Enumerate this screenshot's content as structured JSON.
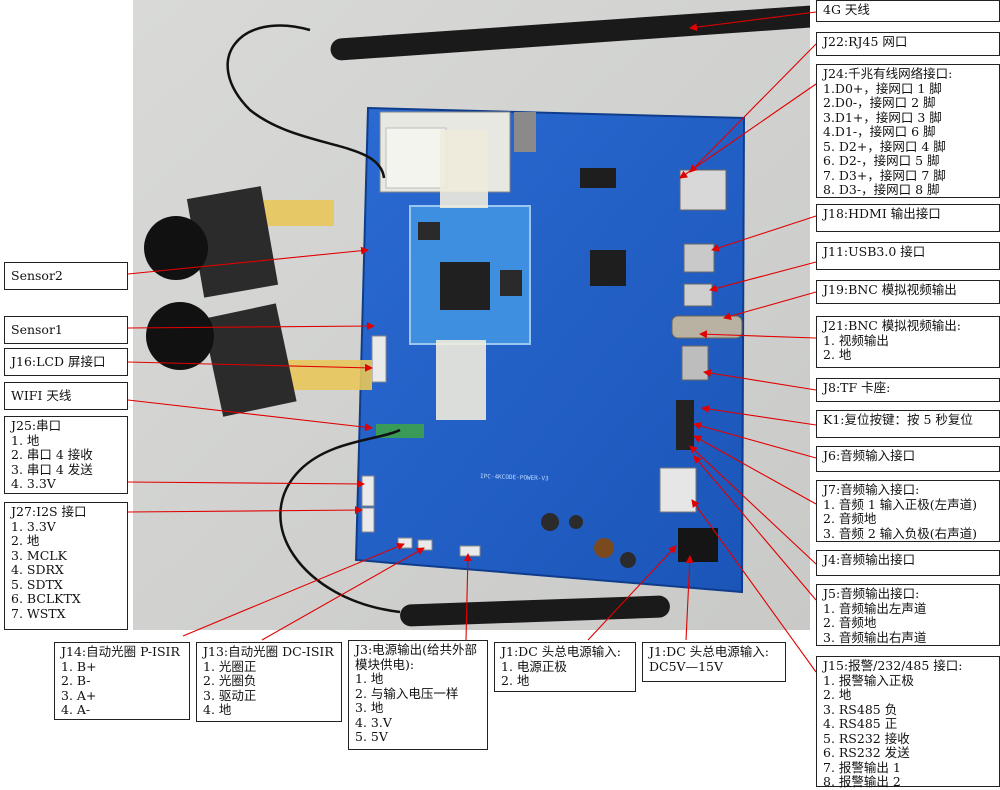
{
  "labels": {
    "4g": {
      "title": "4G 天线",
      "lines": []
    },
    "j22": {
      "title": "J22:RJ45 网口",
      "lines": []
    },
    "j24": {
      "title": "J24:千兆有线网络接口:",
      "lines": [
        "1.D0+，接网口 1 脚",
        "2.D0-，接网口 2 脚",
        "3.D1+，接网口 3 脚",
        "4.D1-，接网口 6 脚",
        "5. D2+，接网口 4 脚",
        "6. D2-，接网口 5 脚",
        "7. D3+，接网口 7 脚",
        "8. D3-，接网口 8 脚"
      ]
    },
    "j18": {
      "title": "J18:HDMI 输出接口",
      "lines": []
    },
    "j11": {
      "title": "J11:USB3.0 接口",
      "lines": []
    },
    "j19": {
      "title": "J19:BNC 模拟视频输出",
      "lines": []
    },
    "j21": {
      "title": "J21:BNC 模拟视频输出:",
      "lines": [
        "1. 视频输出",
        "2. 地"
      ]
    },
    "j8": {
      "title": "J8:TF 卡座:",
      "lines": []
    },
    "k1": {
      "title": "K1:复位按键：按 5 秒复位",
      "lines": []
    },
    "j6": {
      "title": "J6:音频输入接口",
      "lines": []
    },
    "j7": {
      "title": "J7:音频输入接口:",
      "lines": [
        "1. 音频 1 输入正极(左声道)",
        "2. 音频地",
        "3. 音频 2 输入负极(右声道)"
      ]
    },
    "j4": {
      "title": "J4:音频输出接口",
      "lines": []
    },
    "j5": {
      "title": "J5:音频输出接口:",
      "lines": [
        "1. 音频输出左声道",
        "2. 音频地",
        "3. 音频输出右声道"
      ]
    },
    "j15": {
      "title": "J15:报警/232/485 接口:",
      "lines": [
        "1. 报警输入正极",
        "2. 地",
        "3. RS485 负",
        "4. RS485 正",
        "5. RS232 接收",
        "6. RS232 发送",
        "7. 报警输出 1",
        "8. 报警输出 2"
      ]
    },
    "sensor2": {
      "title": "Sensor2",
      "lines": []
    },
    "sensor1": {
      "title": "Sensor1",
      "lines": []
    },
    "j16": {
      "title": "J16:LCD 屏接口",
      "lines": []
    },
    "wifi": {
      "title": "WIFI 天线",
      "lines": []
    },
    "j25": {
      "title": "J25:串口",
      "lines": [
        "1. 地",
        "2. 串口 4 接收",
        "3. 串口 4 发送",
        "4. 3.3V"
      ]
    },
    "j27": {
      "title": "J27:I2S 接口",
      "lines": [
        "1. 3.3V",
        "2. 地",
        "3. MCLK",
        "4. SDRX",
        "5. SDTX",
        "6. BCLKTX",
        "7. WSTX"
      ]
    },
    "j14": {
      "title": "J14:自动光圈 P-ISIR",
      "lines": [
        "1. B+",
        "2. B-",
        "3. A+",
        "4. A-"
      ]
    },
    "j13": {
      "title": "J13:自动光圈 DC-ISIR",
      "lines": [
        "1. 光圈正",
        "2. 光圈负",
        "3. 驱动正",
        "4. 地"
      ]
    },
    "j3": {
      "title": "J3:电源输出(给共外部模块供电):",
      "lines": [
        "1. 地",
        "2. 与输入电压一样",
        "3. 地",
        "4. 3.V",
        "5. 5V"
      ]
    },
    "j1a": {
      "title": "J1:DC 头总电源输入:",
      "lines": [
        "1. 电源正极",
        "2. 地"
      ]
    },
    "j1b": {
      "title": "J1:DC 头总电源输入:",
      "lines": [
        "DC5V—15V"
      ]
    }
  },
  "pcb_text": {
    "board_name": "IPC-4KCODE-POWER-V3"
  },
  "colors": {
    "pcb": "#1f5fc8",
    "pcb_dark": "#174aa0",
    "leader": "#e00000",
    "border": "#222222"
  }
}
